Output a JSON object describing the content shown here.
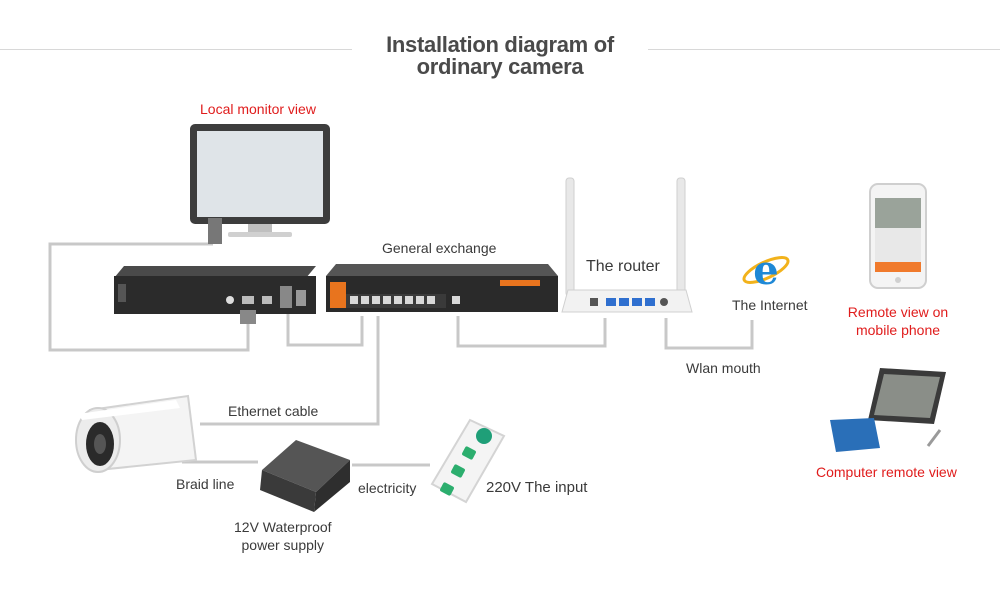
{
  "title": {
    "line1": "Installation diagram of",
    "line2": "ordinary camera"
  },
  "labels": {
    "local_monitor_view": "Local monitor view",
    "general_exchange": "General exchange",
    "the_router": "The router",
    "the_internet": "The Internet",
    "wlan_mouth": "Wlan mouth",
    "ethernet_cable": "Ethernet cable",
    "braid_line": "Braid line",
    "electricity": "electricity",
    "power_supply_line1": "12V Waterproof",
    "power_supply_line2": "power supply",
    "input_220v": "220V  The input",
    "remote_mobile_line1": "Remote view on",
    "remote_mobile_line2": "mobile phone",
    "computer_remote_view": "Computer remote view"
  },
  "colors": {
    "accent_red": "#e01c1c",
    "line_gray": "#c8c8c8",
    "text_dark": "#3a3a3a",
    "switch_orange": "#e8741e",
    "internet_blue": "#1e88d6"
  },
  "icons": [
    "monitor-icon",
    "nvr-icon",
    "switch-icon",
    "router-icon",
    "internet-explorer-icon",
    "smartphone-icon",
    "tablet-laptop-icon",
    "bullet-camera-icon",
    "power-supply-icon",
    "power-strip-icon"
  ]
}
